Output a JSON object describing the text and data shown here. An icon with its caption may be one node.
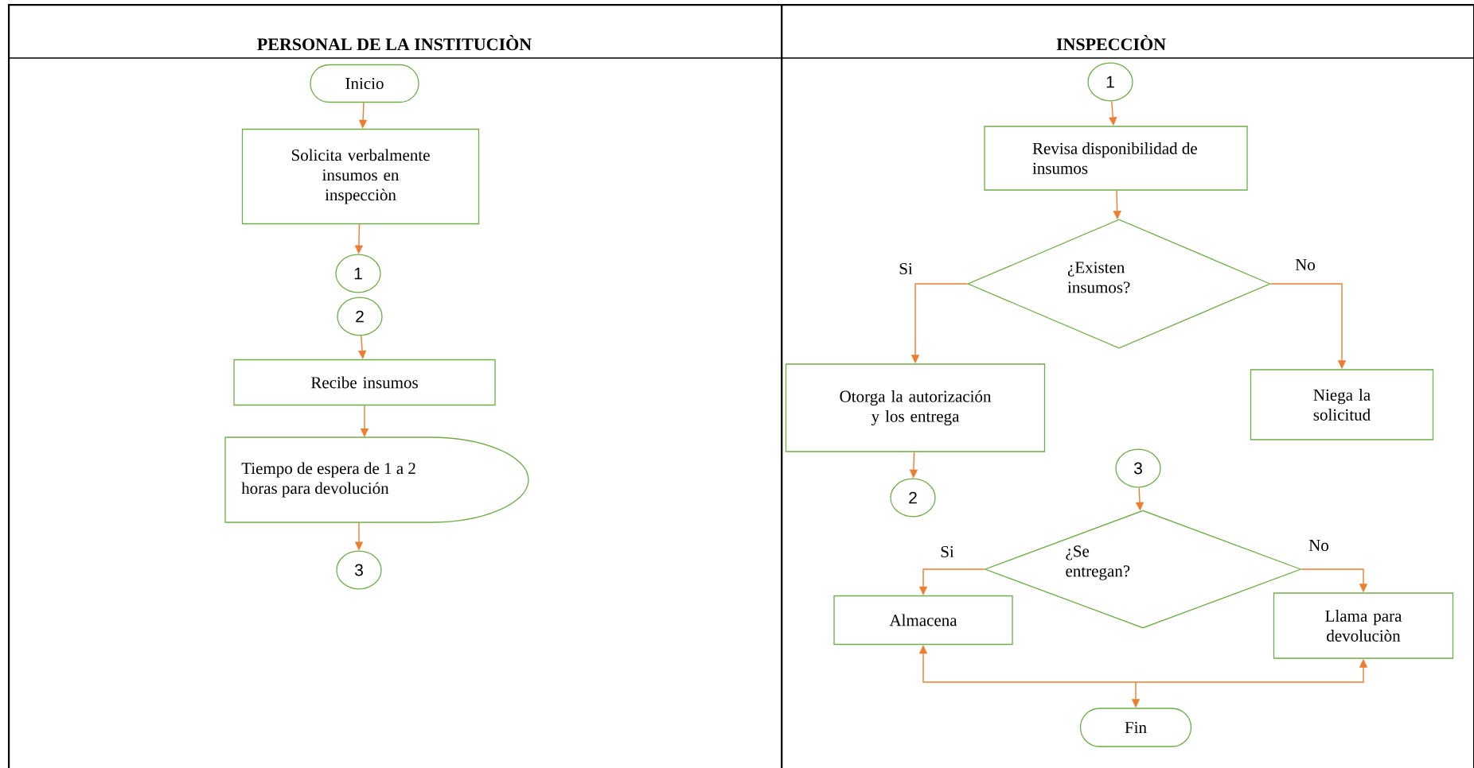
{
  "diagram": {
    "nodes": [
      {
        "text": [
          "PERSONAL DE LA INSTITUCIÒN"
        ]
      },
      {
        "text": [
          "INSPECCIÒN"
        ]
      },
      {
        "text": [
          "Inicio"
        ],
        "in": 0
      },
      {
        "text": [
          "Solicita verbalmente insumos en inspecciòn"
        ],
        "in": 0
      },
      {
        "text": [
          "1"
        ],
        "in": 0
      },
      {
        "text": [
          "2"
        ],
        "in": 0
      },
      {
        "text": [
          "Recibe insumos"
        ],
        "in": 0
      },
      {
        "text": [
          "Tiempo de espera de 1 a 2 horas para devolución"
        ],
        "in": 0
      },
      {
        "text": [
          "3"
        ],
        "in": 0
      },
      {
        "text": [
          "1"
        ],
        "in": 1
      },
      {
        "text": [
          "Revisa disponibilidad de insumos"
        ],
        "in": 1
      },
      {
        "text": [
          "¿Existen insumos?"
        ],
        "in": 1
      },
      {
        "text": [
          "Otorga la autorización y los entrega"
        ],
        "in": 1
      },
      {
        "text": [
          "Niega la solicitud"
        ],
        "in": 1
      },
      {
        "text": [
          "2"
        ],
        "in": 1
      },
      {
        "text": [
          "3"
        ],
        "in": 1
      },
      {
        "text": [
          "¿Se entregan?"
        ],
        "in": 1
      },
      {
        "text": [
          "Almacena"
        ],
        "in": 1
      },
      {
        "text": [
          "Llama para devoluciòn"
        ],
        "in": 1
      },
      {
        "text": [
          "Fin"
        ],
        "in": 1
      }
    ],
    "edges": [
      {
        "from": 2,
        "to": 3,
        "arrow": "to"
      },
      {
        "from": 3,
        "to": 4,
        "arrow": "to"
      },
      {
        "from": 5,
        "to": 6,
        "arrow": "to"
      },
      {
        "from": 6,
        "to": 7,
        "arrow": "to"
      },
      {
        "from": 7,
        "to": 8,
        "arrow": "to"
      },
      {
        "from": 9,
        "to": 10,
        "arrow": "to"
      },
      {
        "from": 10,
        "to": 11,
        "arrow": "to"
      },
      {
        "from": 11,
        "to": 12,
        "arrow": "to",
        "label": "Si"
      },
      {
        "from": 11,
        "to": 13,
        "arrow": "to",
        "label": "No"
      },
      {
        "from": 12,
        "to": 14,
        "arrow": "to"
      },
      {
        "from": 15,
        "to": 16,
        "arrow": "to"
      },
      {
        "from": 16,
        "to": 17,
        "arrow": "to",
        "label": "Si"
      },
      {
        "from": 16,
        "to": 18,
        "arrow": "to",
        "label": "No"
      },
      {
        "from": 17,
        "to": 19,
        "arrow": "both"
      },
      {
        "from": 18,
        "to": 19,
        "arrow": "both"
      }
    ]
  }
}
